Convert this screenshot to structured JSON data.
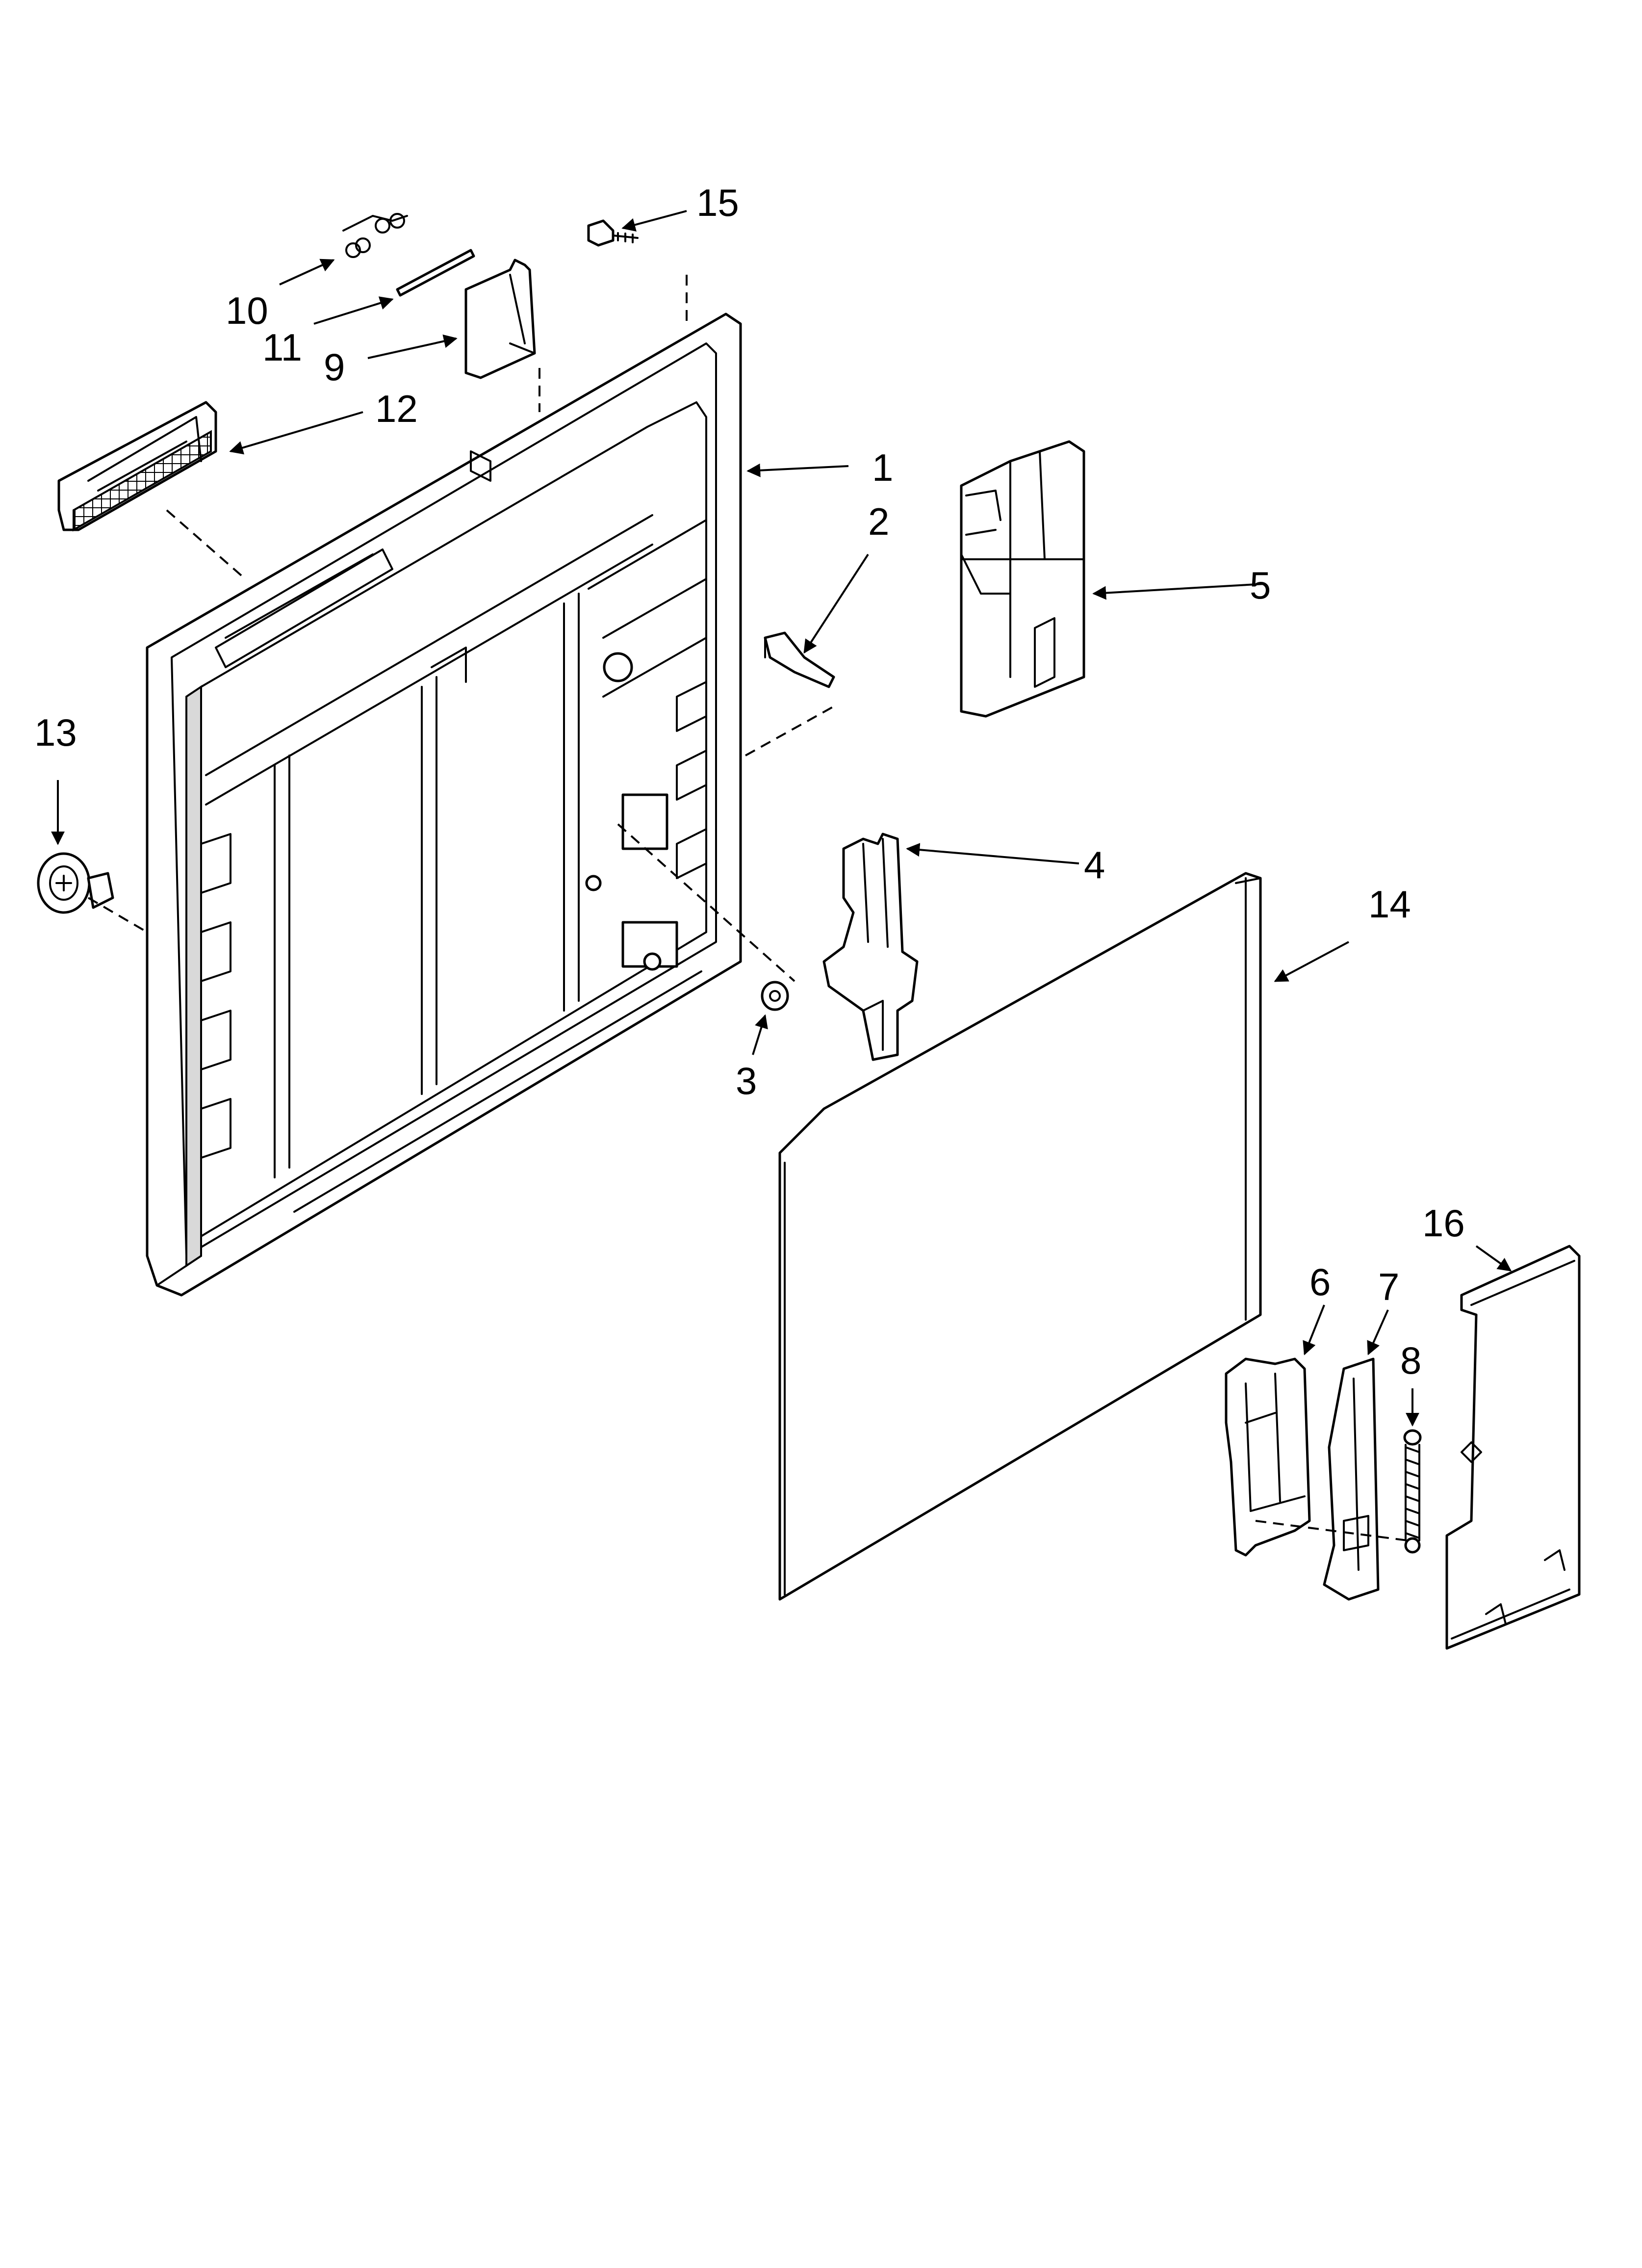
{
  "diagram": {
    "callouts": [
      {
        "id": "1",
        "label": "1"
      },
      {
        "id": "2",
        "label": "2"
      },
      {
        "id": "3",
        "label": "3"
      },
      {
        "id": "4",
        "label": "4"
      },
      {
        "id": "5",
        "label": "5"
      },
      {
        "id": "6",
        "label": "6"
      },
      {
        "id": "7",
        "label": "7"
      },
      {
        "id": "8",
        "label": "8"
      },
      {
        "id": "9",
        "label": "9"
      },
      {
        "id": "10",
        "label": "10"
      },
      {
        "id": "11",
        "label": "11"
      },
      {
        "id": "12",
        "label": "12"
      },
      {
        "id": "13",
        "label": "13"
      },
      {
        "id": "14",
        "label": "14"
      },
      {
        "id": "15",
        "label": "15"
      },
      {
        "id": "16",
        "label": "16"
      }
    ],
    "colors": {
      "line": "#000000",
      "background": "#ffffff",
      "shade": "#d9d9d9"
    }
  }
}
